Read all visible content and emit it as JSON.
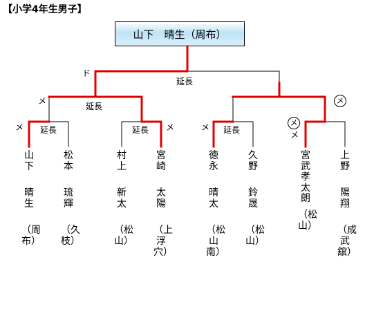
{
  "heading": "【小学4年生男子】",
  "champion": "山下　晴生（周布）",
  "marks": {
    "final_left_mark": "ド",
    "final_note": "延長",
    "semi_left_mark": "メ",
    "semi_left_note": "延長",
    "q1_mark": "メ",
    "q1_note": "延長",
    "q2_note": "延長",
    "q2_mark": "メ",
    "q3_mark": "メ",
    "q3_note": "延長",
    "q4_circled": "メ",
    "q4_mark": "メ",
    "semi_right_circled": "メ"
  },
  "players": [
    {
      "name1": "山下",
      "name2": "晴生",
      "club": "（周布）"
    },
    {
      "name1": "松本",
      "name2": "琉輝",
      "club": "（久枝）"
    },
    {
      "name1": "村上",
      "name2": "新太",
      "club": "（松山）"
    },
    {
      "name1": "宮崎",
      "name2": "太陽",
      "club": "（上浮穴）"
    },
    {
      "name1": "徳永",
      "name2": "晴太",
      "club": "（松山南）"
    },
    {
      "name1": "久野",
      "name2": "鈴晟",
      "club": "（松山）"
    },
    {
      "name1": "宮武",
      "name2": "孝太朗",
      "club": "（松山）"
    },
    {
      "name1": "上野",
      "name2": "陽翔",
      "club": "（成武舘）"
    }
  ]
}
